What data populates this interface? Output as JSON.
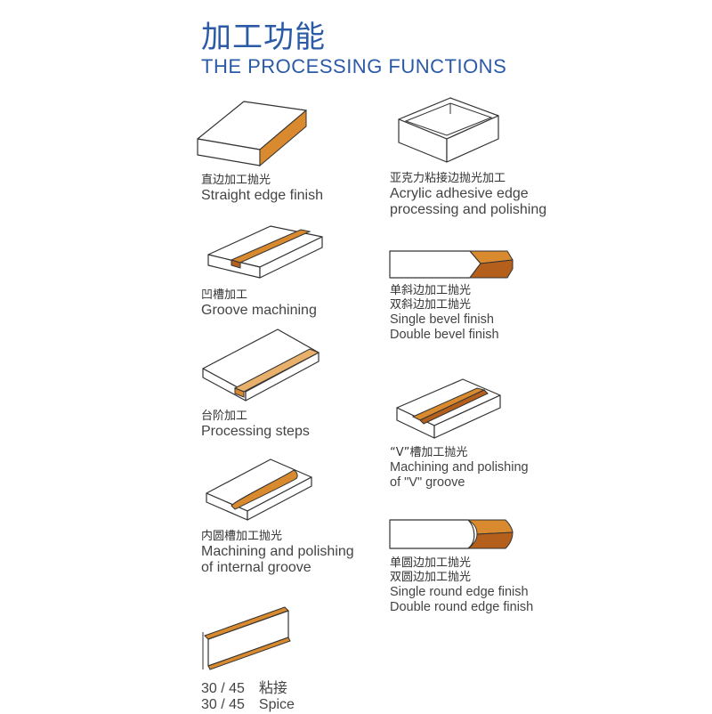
{
  "header": {
    "title_cn": "加工功能",
    "title_en": "THE PROCESSING FUNCTIONS"
  },
  "colors": {
    "title": "#2b5aa6",
    "finish": "#d98a2e",
    "finish_dark": "#b55f1c"
  },
  "left_items": [
    {
      "cn": "直边加工抛光",
      "en": [
        "Straight edge finish"
      ]
    },
    {
      "cn": "凹槽加工",
      "en": [
        "Groove machining"
      ]
    },
    {
      "cn": "台阶加工",
      "en": [
        "Processing steps"
      ]
    },
    {
      "cn": "内圆槽加工抛光",
      "en": [
        "Machining and polishing",
        "of internal groove"
      ]
    },
    {
      "cn": "30 / 45　粘接",
      "en": [
        "30 / 45　Spice"
      ]
    }
  ],
  "right_items": [
    {
      "cn": [
        "亚克力粘接边抛光加工"
      ],
      "en": [
        "Acrylic adhesive edge",
        "processing and polishing"
      ]
    },
    {
      "cn": [
        "单斜边加工抛光",
        "双斜边加工抛光"
      ],
      "en": [
        "Single bevel finish",
        "Double bevel finish"
      ]
    },
    {
      "cn": [
        "“V”槽加工抛光"
      ],
      "en": [
        "Machining and polishing",
        " of \"V\" groove"
      ]
    },
    {
      "cn": [
        "单圆边加工抛光",
        "双圆边加工抛光"
      ],
      "en": [
        "Single round edge finish",
        "Double round edge finish"
      ]
    }
  ]
}
